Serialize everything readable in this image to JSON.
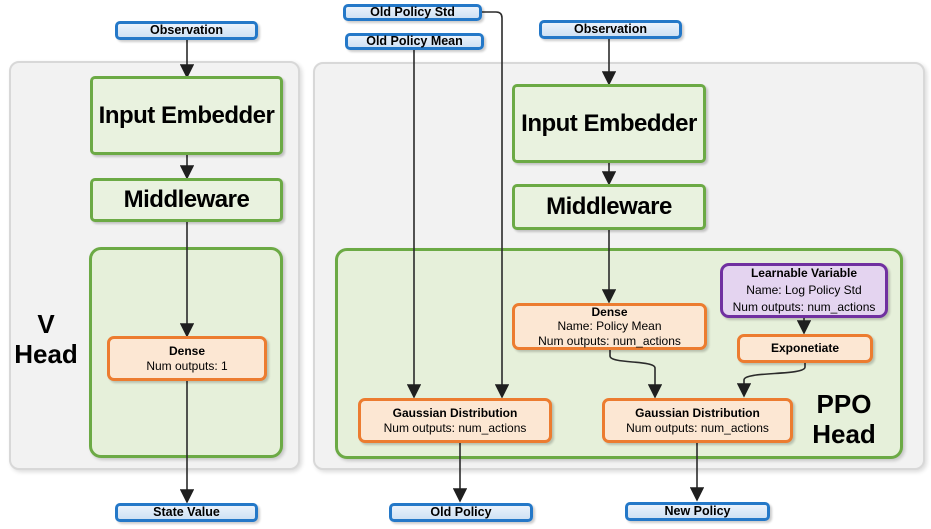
{
  "colors": {
    "blue_border": "#2478c8",
    "blue_fill": "#d9e7f6",
    "green_border": "#6caa45",
    "green_fill": "#e9f2df",
    "orange_border": "#ec7c30",
    "orange_fill": "#fce7d3",
    "purple_border": "#7030a0",
    "purple_fill": "#e4d4f0",
    "container_fill": "#f2f2f2",
    "arrow": "#2b2b2b"
  },
  "v_head": {
    "title": "V Head",
    "title_line1": "V",
    "title_line2": "Head",
    "observation": "Observation",
    "input_embedder": "Input Embedder",
    "middleware": "Middleware",
    "dense": {
      "title": "Dense",
      "outputs": "Num outputs: 1"
    },
    "state_value": "State Value"
  },
  "ppo_head": {
    "title": "PPO Head",
    "title_line1": "PPO",
    "title_line2": "Head",
    "old_policy_std": "Old Policy Std",
    "old_policy_mean": "Old Policy Mean",
    "observation": "Observation",
    "input_embedder": "Input Embedder",
    "middleware": "Middleware",
    "dense": {
      "title": "Dense",
      "name": "Name: Policy Mean",
      "outputs": "Num outputs: num_actions"
    },
    "learnable_variable": {
      "title": "Learnable Variable",
      "name": "Name: Log Policy Std",
      "outputs": "Num outputs: num_actions"
    },
    "exponetiate": "Exponetiate",
    "gaussian_old": {
      "title": "Gaussian Distribution",
      "outputs": "Num outputs: num_actions"
    },
    "gaussian_new": {
      "title": "Gaussian Distribution",
      "outputs": "Num outputs: num_actions"
    },
    "old_policy": "Old Policy",
    "new_policy": "New Policy"
  },
  "edges": [
    {
      "group": "v_head",
      "from": "observation",
      "to": "input_embedder"
    },
    {
      "group": "v_head",
      "from": "input_embedder",
      "to": "middleware"
    },
    {
      "group": "v_head",
      "from": "middleware",
      "to": "dense"
    },
    {
      "group": "v_head",
      "from": "dense",
      "to": "state_value"
    },
    {
      "group": "ppo_head",
      "from": "old_policy_std",
      "to": "gaussian_old"
    },
    {
      "group": "ppo_head",
      "from": "old_policy_mean",
      "to": "gaussian_old"
    },
    {
      "group": "ppo_head",
      "from": "observation",
      "to": "input_embedder"
    },
    {
      "group": "ppo_head",
      "from": "input_embedder",
      "to": "middleware"
    },
    {
      "group": "ppo_head",
      "from": "middleware",
      "to": "dense"
    },
    {
      "group": "ppo_head",
      "from": "dense",
      "to": "gaussian_new"
    },
    {
      "group": "ppo_head",
      "from": "learnable_variable",
      "to": "exponetiate"
    },
    {
      "group": "ppo_head",
      "from": "exponetiate",
      "to": "gaussian_new"
    },
    {
      "group": "ppo_head",
      "from": "gaussian_old",
      "to": "old_policy"
    },
    {
      "group": "ppo_head",
      "from": "gaussian_new",
      "to": "new_policy"
    }
  ]
}
